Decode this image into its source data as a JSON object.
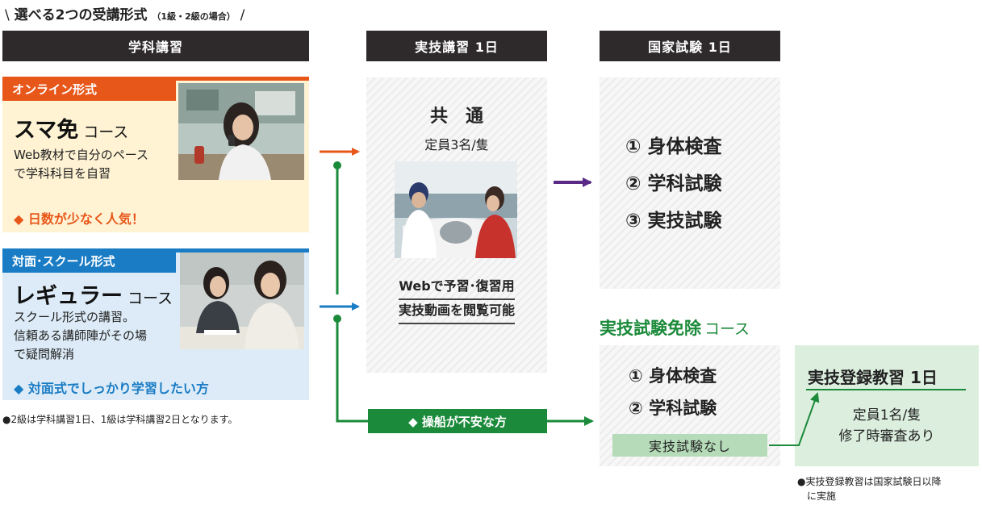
{
  "heading": {
    "slash_left": "\\",
    "title": "選べる2つの受講形式",
    "note": "（1級・2級の場合）",
    "slash_right": "/"
  },
  "columns": {
    "academic": "学科講習",
    "practical": "実技講習 1日",
    "exam": "国家試験 1日"
  },
  "online_course": {
    "format_label": "オンライン形式",
    "name": "スマ免",
    "name_suffix": "コース",
    "description_lines": [
      "Web教材で自分のペース",
      "で学科科目を自習"
    ],
    "highlight": "◆ 日数が少なく人気！"
  },
  "regular_course": {
    "format_label": "対面･スクール形式",
    "name": "レギュラー",
    "name_suffix": "コース",
    "description_lines": [
      "スクール形式の講習。",
      "信頼ある講師陣がその場",
      "で疑問解消"
    ],
    "highlight": "◆ 対面式でしっかり学習したい方"
  },
  "academic_footnote": "●2級は学科講習1日、1級は学科講習2日となります。",
  "practical_panel": {
    "title": "共　通",
    "capacity": "定員3名/隻",
    "web_lines": [
      "Webで予習･復習用",
      "実技動画を閲覧可能"
    ]
  },
  "exam_panel": {
    "items": [
      "① 身体検査",
      "② 学科試験",
      "③ 実技試験"
    ]
  },
  "anxious_label": "◆ 操船が不安な方",
  "exempt_course": {
    "title": "実技試験免除",
    "title_suffix": "コース",
    "items": [
      "① 身体検査",
      "② 学科試験"
    ],
    "no_practical": "実技試験なし"
  },
  "registration_box": {
    "title": "実技登録教習 1日",
    "lines": [
      "定員1名/隻",
      "修了時審査あり"
    ]
  },
  "registration_footnote_lines": [
    "●実技登録教習は国家試験日以降",
    "に実施"
  ],
  "colors": {
    "orange": "#e8571a",
    "blue": "#1a7cc4",
    "green": "#1b8a3a",
    "purple": "#5b2a86",
    "header_dark": "#2e2a2b"
  }
}
